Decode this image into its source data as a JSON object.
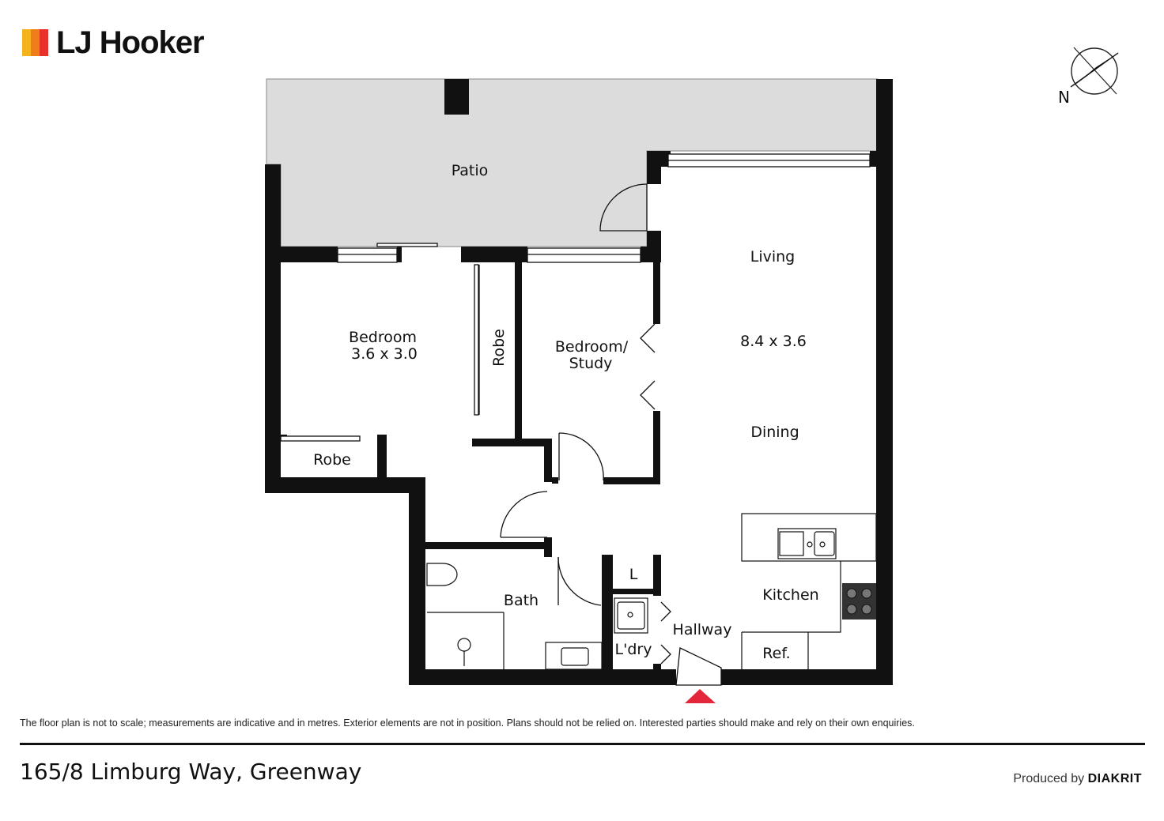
{
  "brand": {
    "name": "LJ Hooker",
    "logo_colors": [
      "#f6b21b",
      "#ef7d1a",
      "#e8302c"
    ]
  },
  "compass": {
    "label": "N"
  },
  "rooms": {
    "patio": "Patio",
    "bedroom": "Bedroom",
    "bedroom_size": "3.6 x 3.0",
    "robe_vertical": "Robe",
    "study_line1": "Bedroom/",
    "study_line2": "Study",
    "living": "Living",
    "living_size": "8.4 x 3.6",
    "dining": "Dining",
    "robe": "Robe",
    "bath": "Bath",
    "linen": "L",
    "kitchen": "Kitchen",
    "hallway": "Hallway",
    "laundry": "L'dry",
    "fridge": "Ref."
  },
  "entry_marker_color": "#e3263a",
  "disclaimer": "The floor plan is not to scale; measurements are indicative and in metres. Exterior elements are not in position. Plans should not be relied on. Interested parties should make and rely on their own enquiries.",
  "address": "165/8 Limburg Way, Greenway",
  "credit": {
    "prefix": "Produced by",
    "name": "DIAKRIT"
  }
}
